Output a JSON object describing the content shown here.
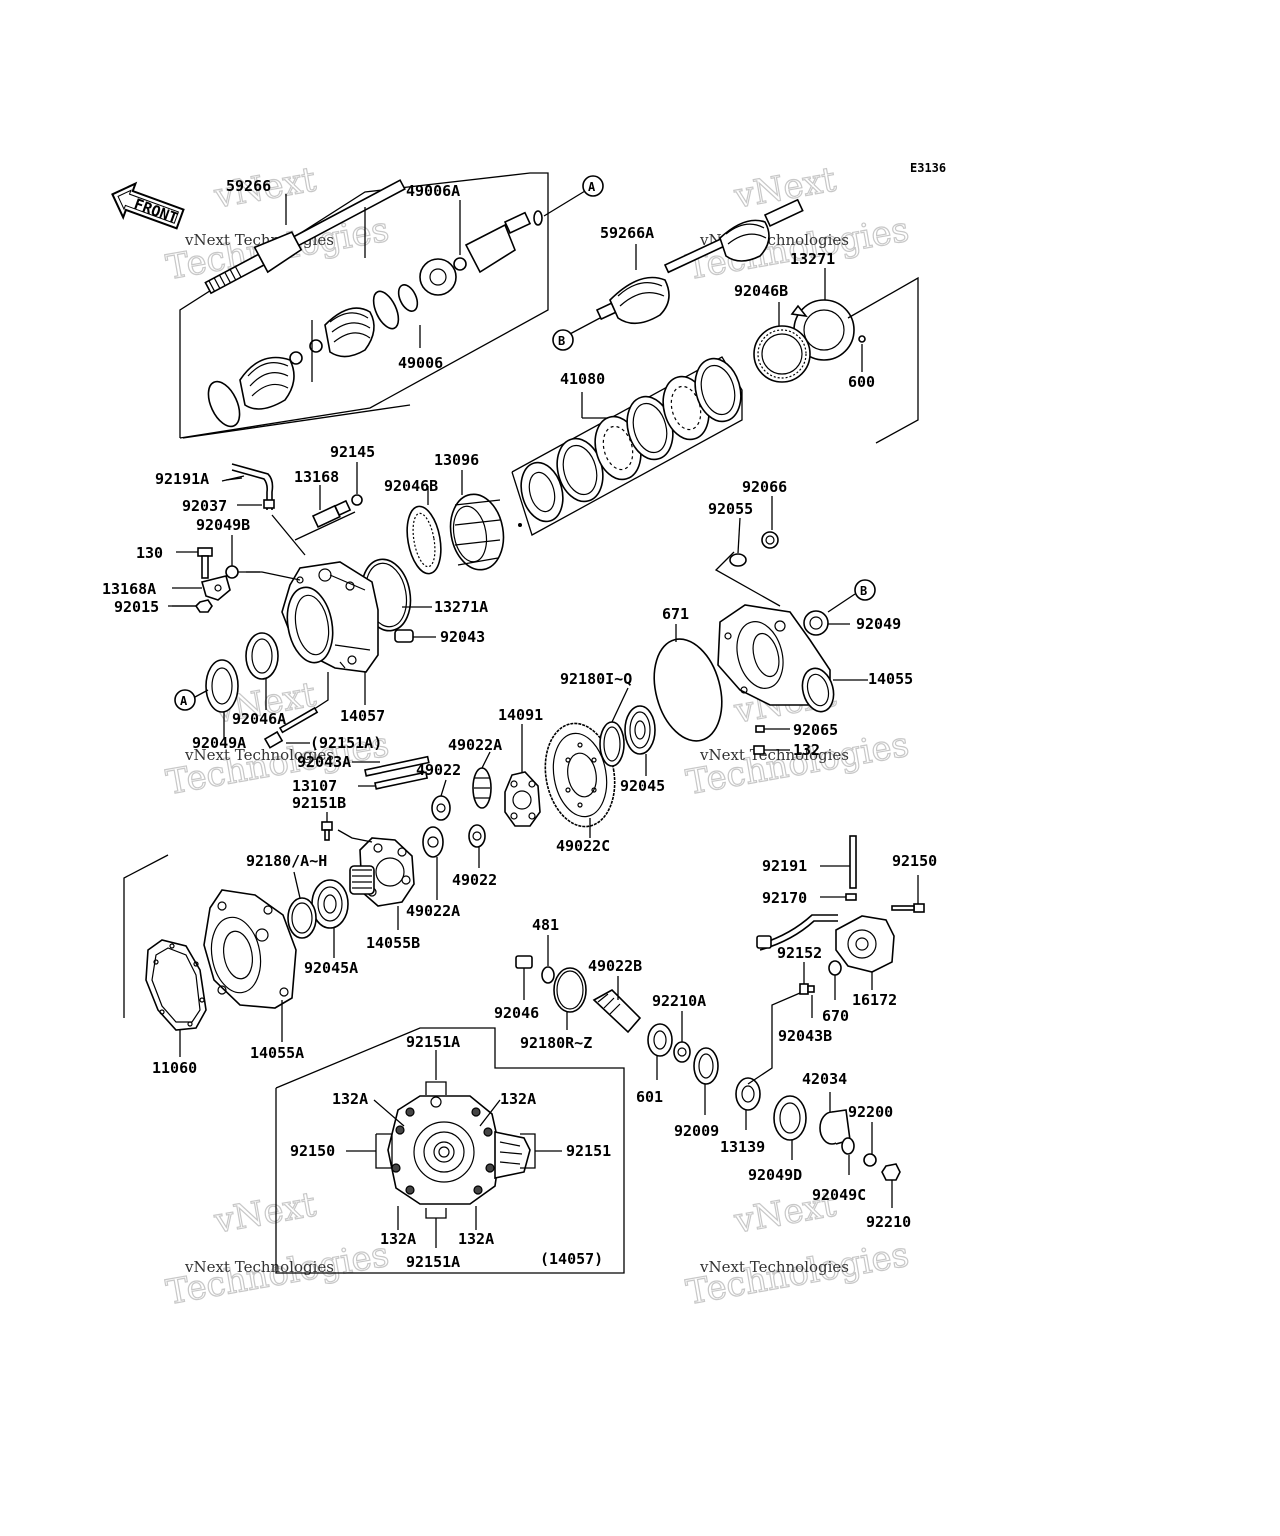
{
  "diagram_code": "E3136",
  "front_label": "FRONT",
  "ref_circles": {
    "a1": "A",
    "a2": "A",
    "b1": "B",
    "b2": "B"
  },
  "labels": {
    "l59266": "59266",
    "l49006A": "49006A",
    "l49006": "49006",
    "l59266A": "59266A",
    "l13271_top": "13271",
    "l92046B_top": "92046B",
    "l600": "600",
    "l41080": "41080",
    "l92145": "92145",
    "l13168": "13168",
    "l13096": "13096",
    "l92046B": "92046B",
    "l92191A": "92191A",
    "l92037": "92037",
    "l92049B": "92049B",
    "l130": "130",
    "l13168A": "13168A",
    "l92015": "92015",
    "l13271A": "13271A",
    "l92043": "92043",
    "l92066": "92066",
    "l92055": "92055",
    "l92049": "92049",
    "l671": "671",
    "l14055": "14055",
    "l92180IQ": "92180I~Q",
    "l92046A": "92046A",
    "l14057": "14057",
    "l92049A": "92049A",
    "l92151A_paren": "(92151A)",
    "l92043A": "92043A",
    "l13107": "13107",
    "l92151B": "92151B",
    "l49022_a": "49022",
    "l49022A_a": "49022A",
    "l14091": "14091",
    "l92065": "92065",
    "l132": "132",
    "l92045": "92045",
    "l49022C": "49022C",
    "l92180AH": "92180/A~H",
    "l49022_b": "49022",
    "l49022A_b": "49022A",
    "l14055B": "14055B",
    "l92045A": "92045A",
    "l92191": "92191",
    "l92150_r": "92150",
    "l92170": "92170",
    "l92152": "92152",
    "l670": "670",
    "l16172": "16172",
    "l92043B": "92043B",
    "l481": "481",
    "l92046": "92046",
    "l49022B": "49022B",
    "l92180RZ": "92180R~Z",
    "l92210A": "92210A",
    "l601": "601",
    "l92009": "92009",
    "l13139": "13139",
    "l42034": "42034",
    "l92049D": "92049D",
    "l92200": "92200",
    "l92049C": "92049C",
    "l92210": "92210",
    "l11060": "11060",
    "l14055A": "14055A",
    "l92151A_top": "92151A",
    "l132A_tl": "132A",
    "l132A_tr": "132A",
    "l92150_box": "92150",
    "l92151_box": "92151",
    "l132A_bl": "132A",
    "l132A_br": "132A",
    "l92151A_bot": "92151A",
    "l14057_paren": "(14057)"
  },
  "watermarks": [
    {
      "small": "vNext Technologies",
      "big": "Technologies"
    },
    {
      "small": "vNext Technologies",
      "big": "Technologies"
    },
    {
      "small": "vNext Technologies",
      "big": "Technologies"
    },
    {
      "small": "vNext Technologies",
      "big": "Technologies"
    },
    {
      "small": "vNext Technologies",
      "big": "Technologies"
    },
    {
      "small": "vNext Technologies",
      "big": "Technologies"
    }
  ],
  "watermark_prefix": "vNext"
}
